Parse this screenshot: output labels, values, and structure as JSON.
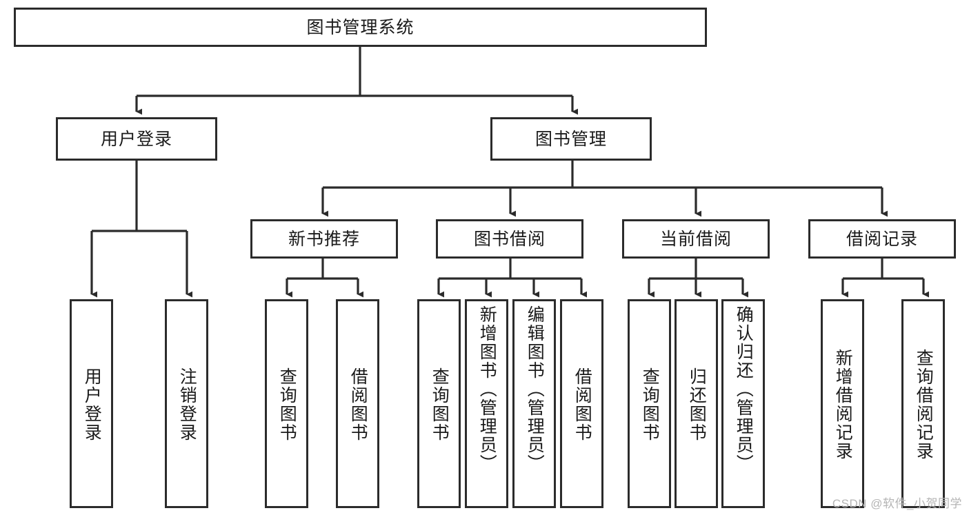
{
  "diagram": {
    "title": "图书管理系统",
    "type": "tree-hierarchy-diagram",
    "root": {
      "label": "图书管理系统"
    },
    "level1": [
      {
        "label": "用户登录"
      },
      {
        "label": "图书管理"
      }
    ],
    "level2": [
      {
        "label": "新书推荐"
      },
      {
        "label": "图书借阅"
      },
      {
        "label": "当前借阅"
      },
      {
        "label": "借阅记录"
      }
    ],
    "leaves": {
      "user_login": [
        {
          "label": "用户登录"
        },
        {
          "label": "注销登录"
        }
      ],
      "new_book_recommend": [
        {
          "label": "查询图书"
        },
        {
          "label": "借阅图书"
        }
      ],
      "book_borrow": [
        {
          "label": "查询图书"
        },
        {
          "label": "新增图书（管理员）"
        },
        {
          "label": "编辑图书（管理员）"
        },
        {
          "label": "借阅图书"
        }
      ],
      "current_borrow": [
        {
          "label": "查询图书"
        },
        {
          "label": "归还图书"
        },
        {
          "label": "确认归还（管理员）"
        }
      ],
      "borrow_record": [
        {
          "label": "新增借阅记录"
        },
        {
          "label": "查询借阅记录"
        }
      ]
    }
  },
  "watermark": {
    "text": "CSDN @软件_小贺同学"
  },
  "colors": {
    "stroke": "#2b2b2b",
    "fill": "#ffffff",
    "text": "#1a1a1a",
    "watermark": "#b4b4b4"
  }
}
